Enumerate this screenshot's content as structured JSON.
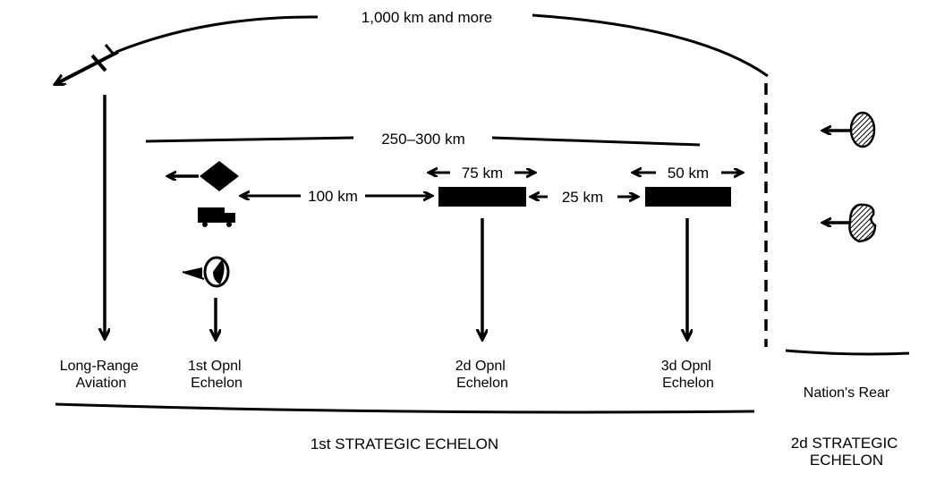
{
  "distances": {
    "total": "1,000 km and more",
    "operational_depth": "250–300 km",
    "first_to_second": "100 km",
    "second_width": "75 km",
    "second_to_third": "25 km",
    "third_width": "50 km"
  },
  "echelons": {
    "long_range_aviation": [
      "Long-Range",
      "Aviation"
    ],
    "first_opnl": [
      "1st Opnl",
      "Echelon"
    ],
    "second_opnl": [
      "2d Opnl",
      "Echelon"
    ],
    "third_opnl": [
      "3d Opnl",
      "Echelon"
    ],
    "nations_rear": "Nation's Rear"
  },
  "strategic": {
    "first": "1st STRATEGIC ECHELON",
    "second": [
      "2d STRATEGIC",
      "ECHELON"
    ]
  }
}
